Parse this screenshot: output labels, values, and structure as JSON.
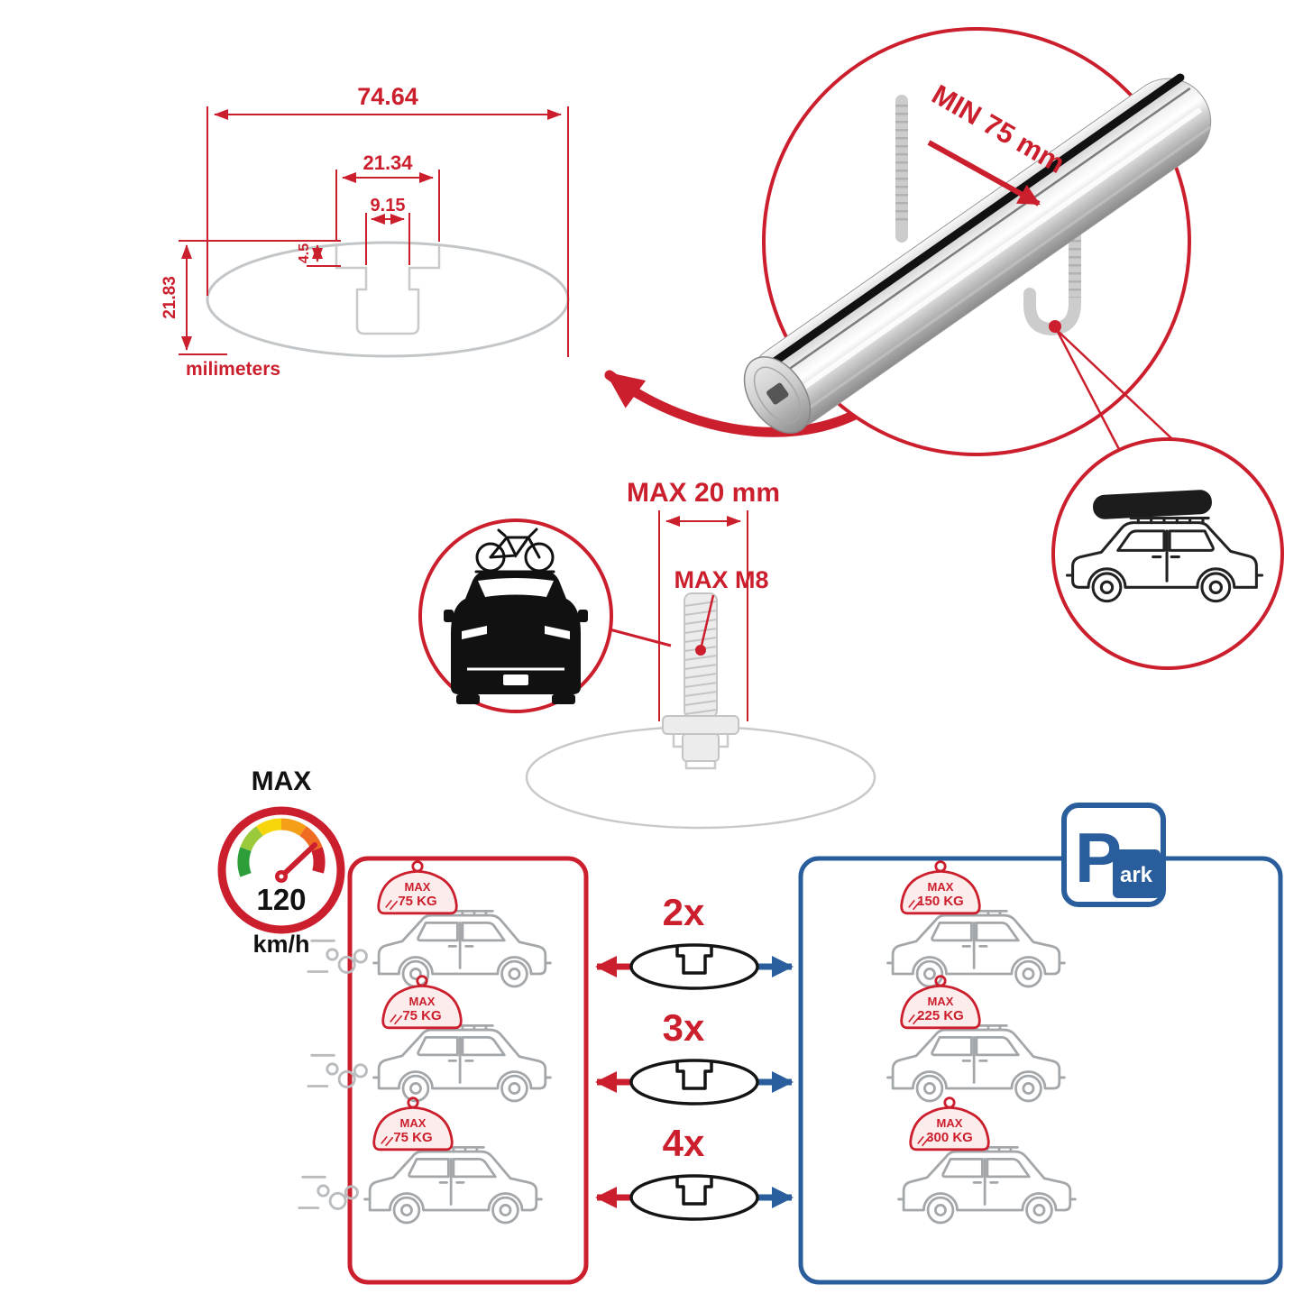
{
  "colors": {
    "red": "#cc1f2d",
    "blue": "#2a5d9c",
    "gray_outline": "#b9bcbe"
  },
  "cross_section": {
    "total_width_mm": "74.64",
    "channel_width_mm": "21.34",
    "slot_width_mm": "9.15",
    "step_depth_mm": "4.5",
    "total_height_mm": "21.83",
    "unit_label": "milimeters"
  },
  "clamp": {
    "min_label": "MIN 75 mm"
  },
  "bolt": {
    "max_length_label": "MAX 20 mm",
    "max_thread_label": "MAX M8"
  },
  "speed_limit": {
    "title": "MAX",
    "value": "120",
    "unit": "km/h"
  },
  "parking_sign": {
    "letter": "P",
    "suffix": "ark"
  },
  "crossbar_counts": [
    "2x",
    "3x",
    "4x"
  ],
  "load_moving": [
    {
      "label": "MAX",
      "weight": "75 KG"
    },
    {
      "label": "MAX",
      "weight": "75 KG"
    },
    {
      "label": "MAX",
      "weight": "75 KG"
    }
  ],
  "load_parked": [
    {
      "label": "MAX",
      "weight": "150 KG"
    },
    {
      "label": "MAX",
      "weight": "225 KG"
    },
    {
      "label": "MAX",
      "weight": "300 KG"
    }
  ]
}
